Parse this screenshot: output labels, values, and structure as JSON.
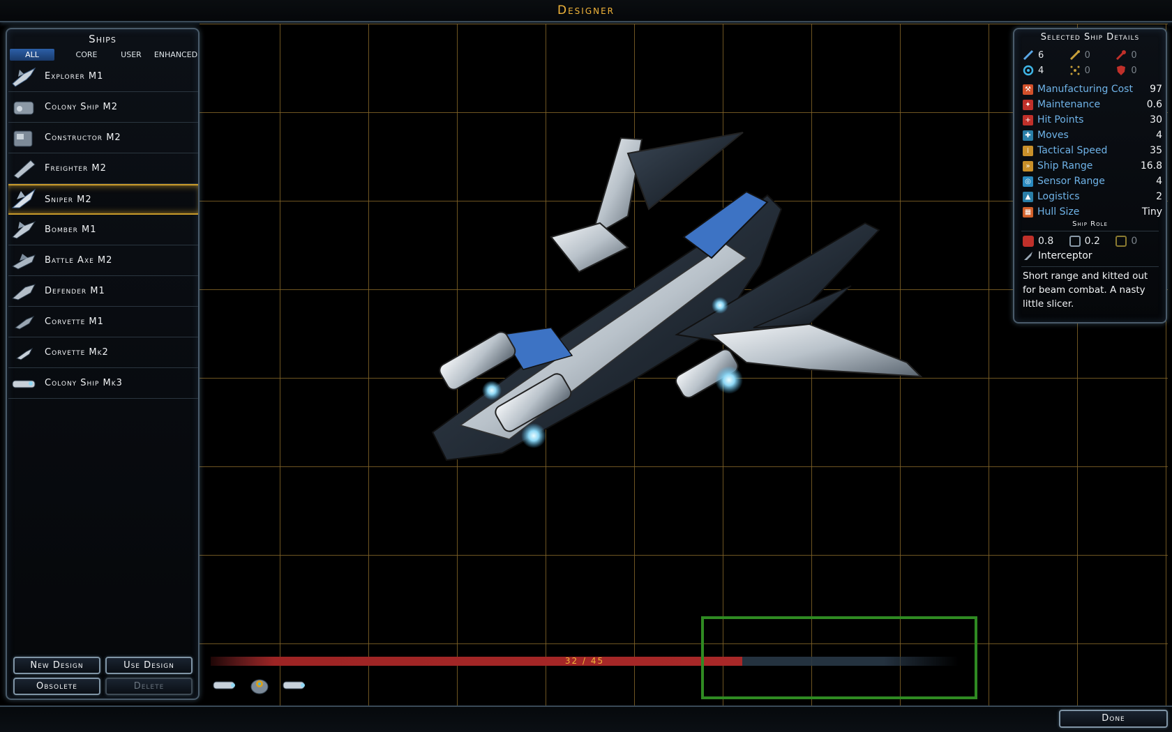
{
  "window": {
    "title": "Designer"
  },
  "ships_panel": {
    "title": "Ships",
    "filters": [
      {
        "label": "ALL",
        "active": true
      },
      {
        "label": "CORE",
        "active": false
      },
      {
        "label": "USER",
        "active": false
      },
      {
        "label": "ENHANCED",
        "active": false
      }
    ],
    "ships": [
      {
        "name": "Explorer M1",
        "selected": false
      },
      {
        "name": "Colony Ship M2",
        "selected": false
      },
      {
        "name": "Constructor M2",
        "selected": false
      },
      {
        "name": "Freighter M2",
        "selected": false
      },
      {
        "name": "Sniper M2",
        "selected": true
      },
      {
        "name": "Bomber M1",
        "selected": false
      },
      {
        "name": "Battle Axe M2",
        "selected": false
      },
      {
        "name": "Defender M1",
        "selected": false
      },
      {
        "name": "Corvette M1",
        "selected": false
      },
      {
        "name": "Corvette Mk2",
        "selected": false
      },
      {
        "name": "Colony Ship Mk3",
        "selected": false
      }
    ],
    "buttons": {
      "new_design": "New Design",
      "use_design": "Use Design",
      "obsolete": "Obsolete",
      "delete": "Delete"
    }
  },
  "details": {
    "title": "Selected Ship Details",
    "weapons": [
      {
        "icon": "beam-weapon-icon",
        "value": "6",
        "dim": false,
        "color": "#5aa7e6"
      },
      {
        "icon": "kinetic-weapon-icon",
        "value": "0",
        "dim": true,
        "color": "#c9a03a"
      },
      {
        "icon": "missile-weapon-icon",
        "value": "0",
        "dim": true,
        "color": "#c0302a"
      },
      {
        "icon": "shield-defense-icon",
        "value": "4",
        "dim": false,
        "color": "#3fb6e6"
      },
      {
        "icon": "point-defense-icon",
        "value": "0",
        "dim": true,
        "color": "#c9a03a"
      },
      {
        "icon": "armor-defense-icon",
        "value": "0",
        "dim": true,
        "color": "#c0302a"
      }
    ],
    "stats": [
      {
        "label": "Manufacturing Cost",
        "value": "97",
        "icon": "hammer-icon",
        "color": "#d2502a"
      },
      {
        "label": "Maintenance",
        "value": "0.6",
        "icon": "wrench-icon",
        "color": "#c0302a"
      },
      {
        "label": "Hit Points",
        "value": "30",
        "icon": "health-icon",
        "color": "#c0302a"
      },
      {
        "label": "Moves",
        "value": "4",
        "icon": "moves-icon",
        "color": "#2a7fa8"
      },
      {
        "label": "Tactical Speed",
        "value": "35",
        "icon": "speed-icon",
        "color": "#c9902a"
      },
      {
        "label": "Ship Range",
        "value": "16.8",
        "icon": "range-icon",
        "color": "#c9902a"
      },
      {
        "label": "Sensor Range",
        "value": "4",
        "icon": "sensor-icon",
        "color": "#2a8ac0"
      },
      {
        "label": "Logistics",
        "value": "2",
        "icon": "logistics-icon",
        "color": "#2a7fa8"
      },
      {
        "label": "Hull Size",
        "value": "Tiny",
        "icon": "hull-icon",
        "color": "#d2602a"
      }
    ],
    "role_title": "Ship Role",
    "roles": [
      {
        "icon": "attack-role-icon",
        "value": "0.8",
        "dim": false,
        "color": "#c0302a"
      },
      {
        "icon": "support-role-icon",
        "value": "0.2",
        "dim": false,
        "color": "#8a9aa8"
      },
      {
        "icon": "defense-role-icon",
        "value": "0",
        "dim": true,
        "color": "#8a7a30"
      }
    ],
    "role_type": "Interceptor",
    "description": "Short range and kitted out for beam combat. A nasty little slicer."
  },
  "capacity": {
    "label": "32 / 45",
    "used": 32,
    "total": 45
  },
  "components": [
    "beam-module-icon",
    "shield-module-icon",
    "beam-module-icon"
  ],
  "done_button": "Done"
}
